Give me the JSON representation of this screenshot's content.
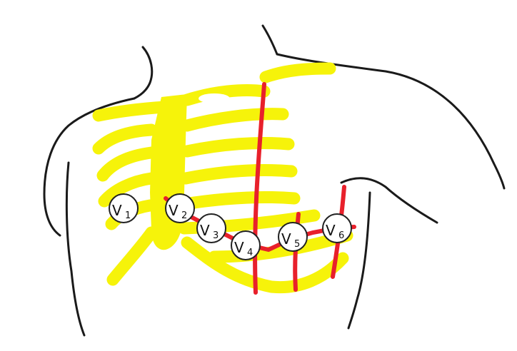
{
  "colors": {
    "bone": "#f6f30a",
    "reference_lines": "#e8202b",
    "outline": "#1a1a1a",
    "electrode_fill": "#ffffff"
  },
  "leads": [
    {
      "letter": "V",
      "sub": "1"
    },
    {
      "letter": "V",
      "sub": "2"
    },
    {
      "letter": "V",
      "sub": "3"
    },
    {
      "letter": "V",
      "sub": "4"
    },
    {
      "letter": "V",
      "sub": "5"
    },
    {
      "letter": "V",
      "sub": "6"
    }
  ]
}
